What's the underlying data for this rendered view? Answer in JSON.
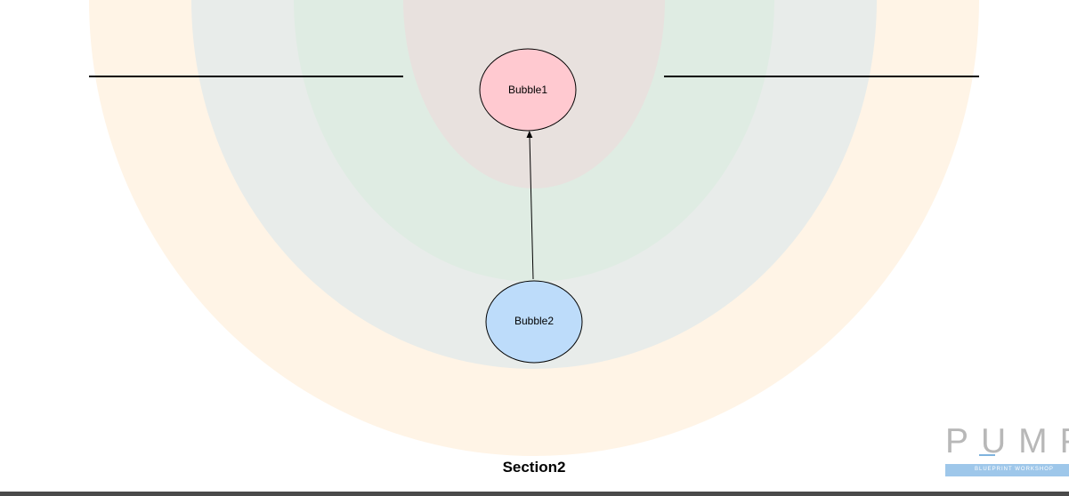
{
  "diagram": {
    "section_title": "Section2",
    "bubbles": [
      {
        "id": "bubble1",
        "label": "Bubble1",
        "fill": "#ffc9d0"
      },
      {
        "id": "bubble2",
        "label": "Bubble2",
        "fill": "#bddcfa"
      }
    ],
    "rings": [
      {
        "fill": "#fff4e6"
      },
      {
        "fill": "#e8ecea"
      },
      {
        "fill": "#dfece3"
      },
      {
        "fill": "#e8e1de"
      }
    ],
    "connector": {
      "from": "Bubble2",
      "to": "Bubble1"
    }
  },
  "logo": {
    "text": "PUMP",
    "tagline": "BLUEPRINT WORKSHOP"
  }
}
